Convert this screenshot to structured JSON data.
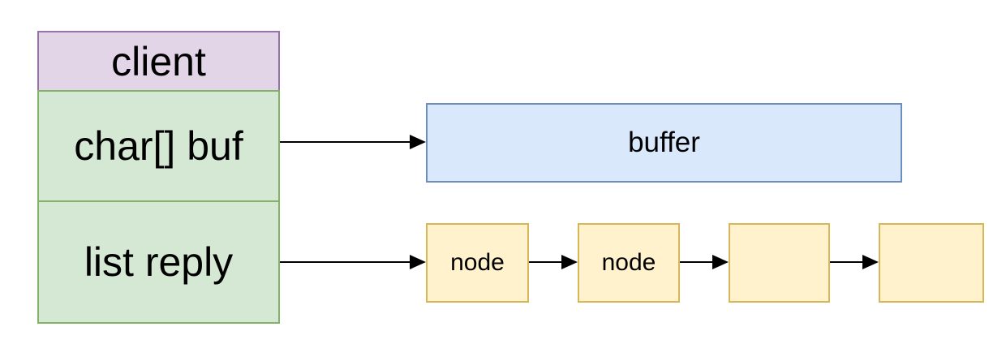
{
  "diagram": {
    "client": {
      "title": "client",
      "fields": [
        {
          "label": "char[] buf"
        },
        {
          "label": "list reply"
        }
      ]
    },
    "buffer": {
      "label": "buffer"
    },
    "nodes": [
      {
        "label": "node"
      },
      {
        "label": "node"
      },
      {
        "label": ""
      },
      {
        "label": ""
      }
    ],
    "colors": {
      "header_fill": "#e1d5e7",
      "header_stroke": "#9673a6",
      "field_fill": "#d5e8d4",
      "field_stroke": "#82b366",
      "buffer_fill": "#dae8fc",
      "buffer_stroke": "#6c8ebf",
      "node_fill": "#fff2cc",
      "node_stroke": "#d6b656",
      "arrow": "#000000"
    }
  }
}
